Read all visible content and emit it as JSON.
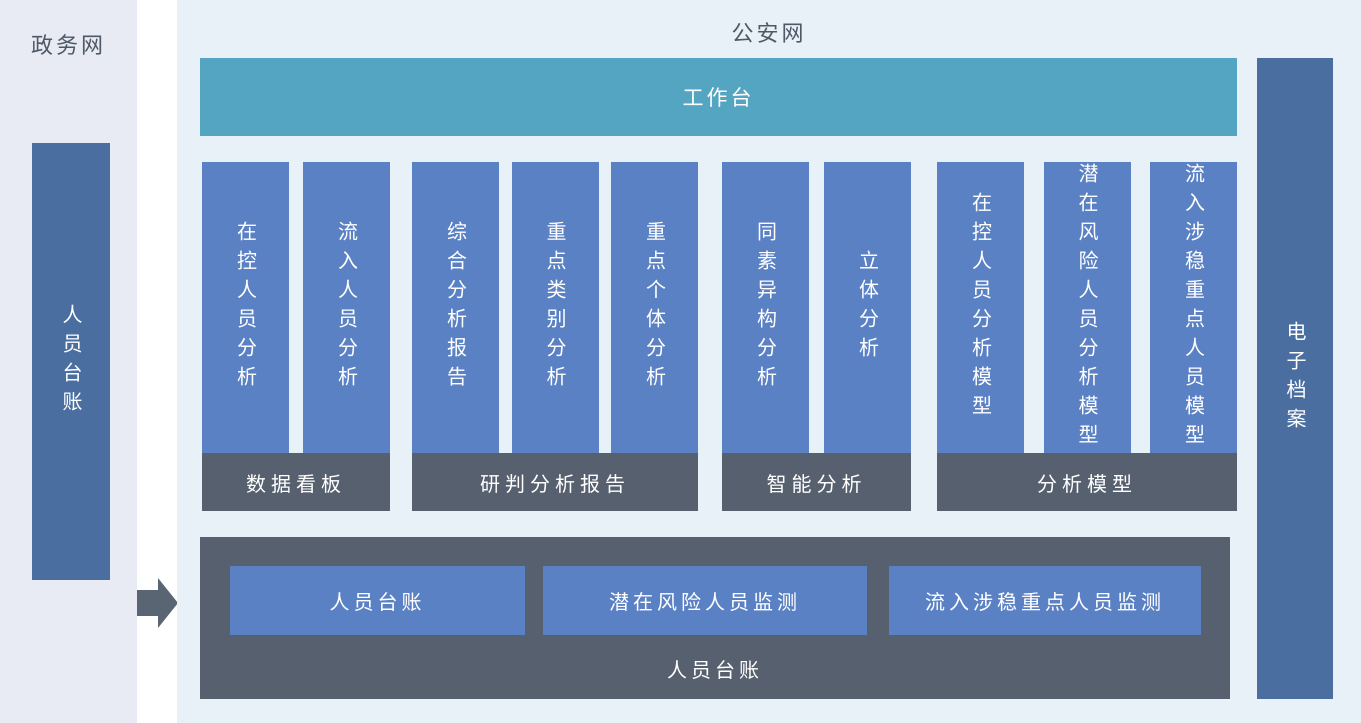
{
  "government_network": {
    "label": "政务网",
    "ledger_bar": "人员台账"
  },
  "arrow_icon": "right-arrow",
  "police_network": {
    "label": "公安网",
    "workbench": "工作台",
    "groups": [
      {
        "footer": "数据看板",
        "columns": [
          "在控人员分析",
          "流入人员分析"
        ]
      },
      {
        "footer": "研判分析报告",
        "columns": [
          "综合分析报告",
          "重点类别分析",
          "重点个体分析"
        ]
      },
      {
        "footer": "智能分析",
        "columns": [
          "同素异构分析",
          "立体分析"
        ]
      },
      {
        "footer": "分析模型",
        "columns": [
          "在控人员分析模型",
          "潜在风险人员分析模型",
          "流入涉稳重点人员模型"
        ]
      }
    ],
    "ledger_box": {
      "label": "人员台账",
      "buttons": [
        "人员台账",
        "潜在风险人员监测",
        "流入涉稳重点人员监测"
      ]
    },
    "archive_bar": "电子档案"
  },
  "colors": {
    "left_panel_bg": "#e8ebf4",
    "main_panel_bg": "#e9f1f8",
    "workbench_teal": "#54a5c2",
    "module_blue": "#5b81c5",
    "side_bar_blue": "#4a6e9f",
    "dark_slate": "#57606e",
    "title_text": "#4e5966"
  }
}
